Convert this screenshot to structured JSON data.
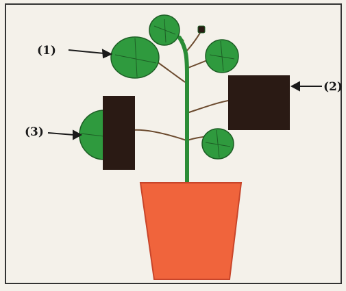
{
  "labels": {
    "one": "(1)",
    "two": "(2)",
    "three": "(3)"
  },
  "colors": {
    "background": "#f4f1ea",
    "frame": "#333333",
    "leaf_fill": "#2f9a3e",
    "leaf_vein": "#1d5e25",
    "stem": "#2a8c36",
    "stalk": "#6b4a2e",
    "cover": "#2a1a14",
    "pot": "#f0643c",
    "pot_outline": "#c8452a",
    "arrow": "#1a1a1a"
  },
  "icons": {
    "leaf": "leaf-icon",
    "black_cover": "black-paper-cover",
    "pot": "flower-pot",
    "bud": "bud-icon"
  }
}
